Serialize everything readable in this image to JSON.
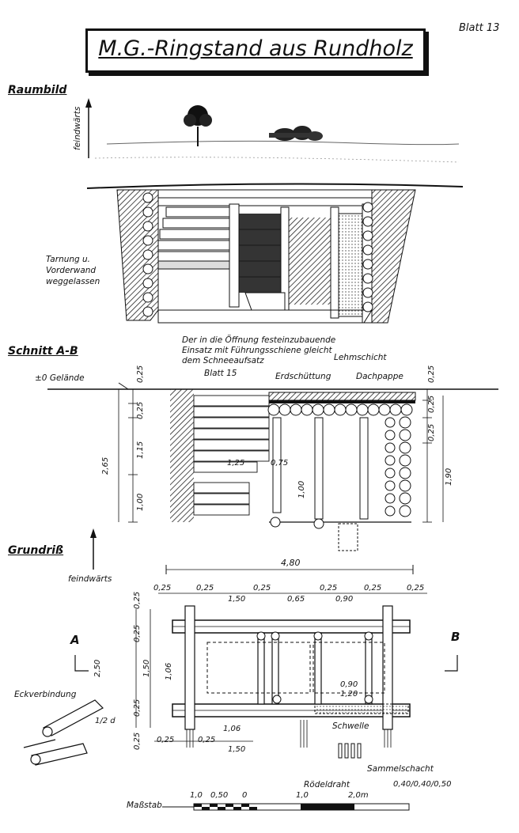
{
  "title": "M.G.-Ringstand aus Rundholz",
  "sheet": "Blatt 13",
  "raumbild": {
    "heading": "Raumbild",
    "arrow_label": "feindwärts",
    "note": [
      "Tarnung u.",
      "Vorderwand",
      "weggelassen"
    ]
  },
  "schnitt": {
    "heading": "Schnitt A-B",
    "note": [
      "Der in die Öffnung festeinzubauende",
      "Einsatz mit Führungsschiene gleicht",
      "dem Schneeaufsatz",
      "Blatt 15"
    ],
    "gelaende": "±0 Gelände",
    "lehmschicht": "Lehmschicht",
    "erdschuettung": "Erdschüttung",
    "dachpappe": "Dachpappe",
    "dims_left": [
      "0,25",
      "0,25",
      "1,15",
      "2,65",
      "1,00"
    ],
    "dims_inner": [
      "1,25",
      "0,75",
      "1,00"
    ],
    "dims_right": [
      "0,25",
      "0,25",
      "0,25",
      "1,90"
    ]
  },
  "grundriss": {
    "heading": "Grundriß",
    "arrow_label": "feindwärts",
    "total_width": "4,80",
    "top_dims": [
      "0,25",
      "0,25",
      "1,50",
      "0,25",
      "0,65",
      "0,25",
      "0,90",
      "0,25",
      "0,25"
    ],
    "left_dims": [
      "0,25",
      "0,25",
      "1,50",
      "2,50",
      "0,25",
      "0,25"
    ],
    "inner_dims": [
      "1,06",
      "1,06",
      "0,90",
      "1,20"
    ],
    "bottom_dims": [
      "0,25",
      "0,25",
      "1,50"
    ],
    "section_a": "A",
    "section_b": "B",
    "schwelle": "Schwelle",
    "roedeldraht": "Rödeldraht",
    "sammelschacht": "Sammelschacht",
    "sammel_dims": "0,40/0,40/0,50",
    "eckverbindung": "Eckverbindung",
    "eck_frac": "1/2 d"
  },
  "scale": {
    "label": "Maßstab",
    "ticks": [
      "1,0",
      "0,50",
      "0",
      "1,0",
      "2,0m"
    ]
  }
}
